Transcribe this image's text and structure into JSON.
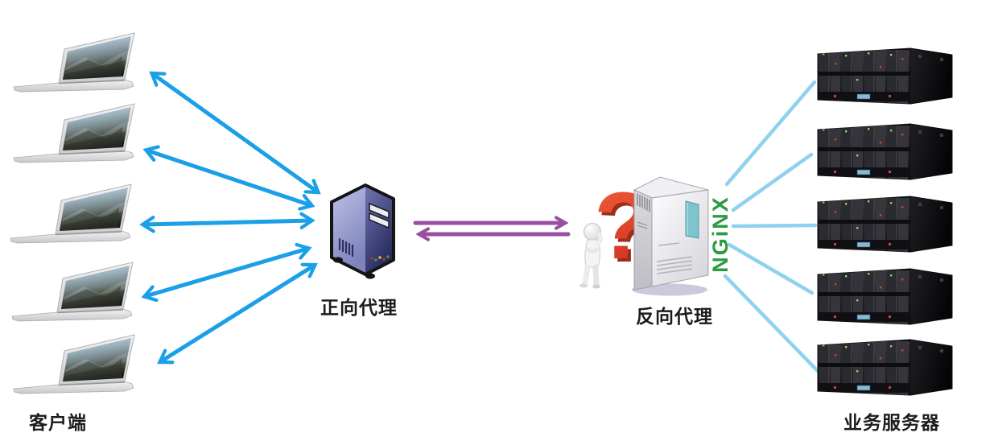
{
  "diagram": {
    "kind": "nginx-proxy-architecture",
    "labels": {
      "clients": "客户端",
      "forward_proxy": "正向代理",
      "reverse_proxy": "反向代理",
      "servers": "业务服务器",
      "nginx_logo": "NGiNX",
      "question_mark": "?"
    },
    "nodes": {
      "client_laptop_count": 5,
      "forward_proxy_count": 1,
      "reverse_proxy_count": 1,
      "backend_server_count": 5
    },
    "connections": {
      "clients_to_forward_proxy": {
        "count": 5,
        "style": "double-headed-arrow",
        "color": "#1a9fe8"
      },
      "forward_to_reverse_proxy": {
        "count": 2,
        "style": "opposing-horizontal-arrows",
        "color": "#9b4fa0"
      },
      "reverse_proxy_to_servers": {
        "count": 5,
        "style": "plain-line",
        "color": "#8fd2ee"
      }
    },
    "colors": {
      "client_arrow_blue": "#1a9fe8",
      "proxy_arrow_purple": "#9b4fa0",
      "server_line_lightblue": "#8fd2ee",
      "nginx_green": "#2e9a43",
      "question_red": "#e8432e",
      "forward_tower_blue": "#8d92c6",
      "label_text": "#1c1c1c"
    }
  }
}
